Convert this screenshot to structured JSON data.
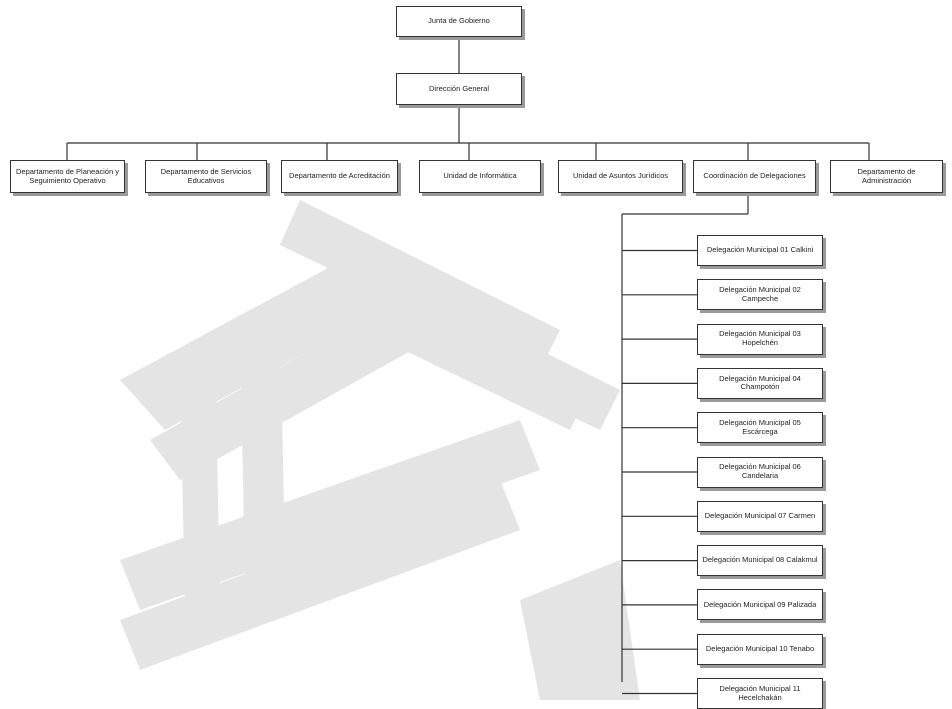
{
  "org_chart": {
    "top": "Junta de Gobierno",
    "director": "Dirección General",
    "departments": [
      "Departamento de Planeación y Seguimiento Operativo",
      "Departamento de Servicios Educativos",
      "Departamento de Acreditación",
      "Unidad de Informática",
      "Unidad de Asuntos Jurídicos",
      "Coordinación de Delegaciones",
      "Departamento de Administración"
    ],
    "delegations": [
      "Delegación Municipal 01 Calkini",
      "Delegación Municipal 02 Campeche",
      "Delegación Municipal 03 Hopelchén",
      "Delegación Municipal 04 Champotón",
      "Delegación Municipal 05 Escárcega",
      "Delegación Municipal 06 Candelaria",
      "Delegación Municipal 07 Carmen",
      "Delegación Municipal 08 Calakmul",
      "Delegación Municipal 09 Palizada",
      "Delegación Municipal 10 Tenabo",
      "Delegación Municipal 11 Hecelchakán"
    ]
  },
  "colors": {
    "border": "#333333",
    "shadow": "#9a9a9a",
    "watermark": "#d9d9d9"
  }
}
